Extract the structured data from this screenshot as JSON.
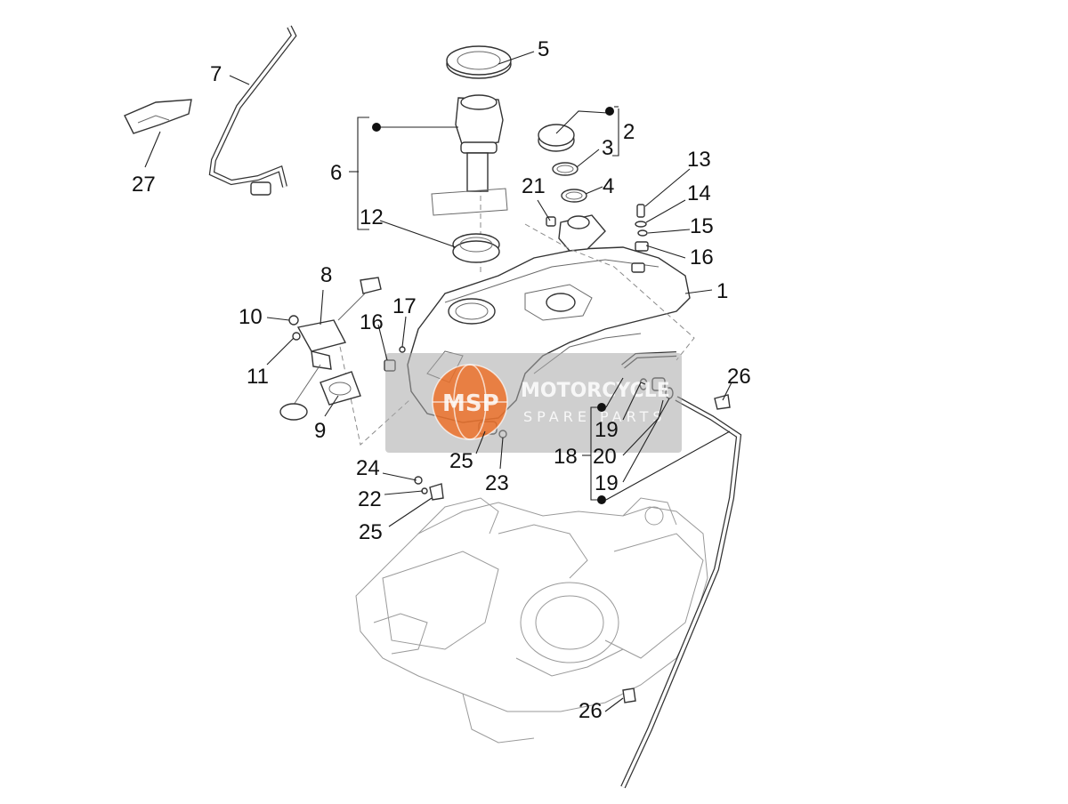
{
  "callouts": {
    "c1": "1",
    "c2": "2",
    "c3": "3",
    "c4": "4",
    "c5": "5",
    "c6": "6",
    "c7": "7",
    "c8": "8",
    "c9": "9",
    "c10": "10",
    "c11": "11",
    "c12": "12",
    "c13": "13",
    "c14": "14",
    "c15": "15",
    "c16a": "16",
    "c16b": "16",
    "c17": "17",
    "c18": "18",
    "c19a": "19",
    "c19b": "19",
    "c20": "20",
    "c21": "21",
    "c22": "22",
    "c23": "23",
    "c24": "24",
    "c25a": "25",
    "c25b": "25",
    "c26a": "26",
    "c26b": "26",
    "c27": "27"
  },
  "watermark": {
    "logo_text": "MSP",
    "brand": "MOTORCYCLE",
    "sub": "SPARE PARTS"
  }
}
